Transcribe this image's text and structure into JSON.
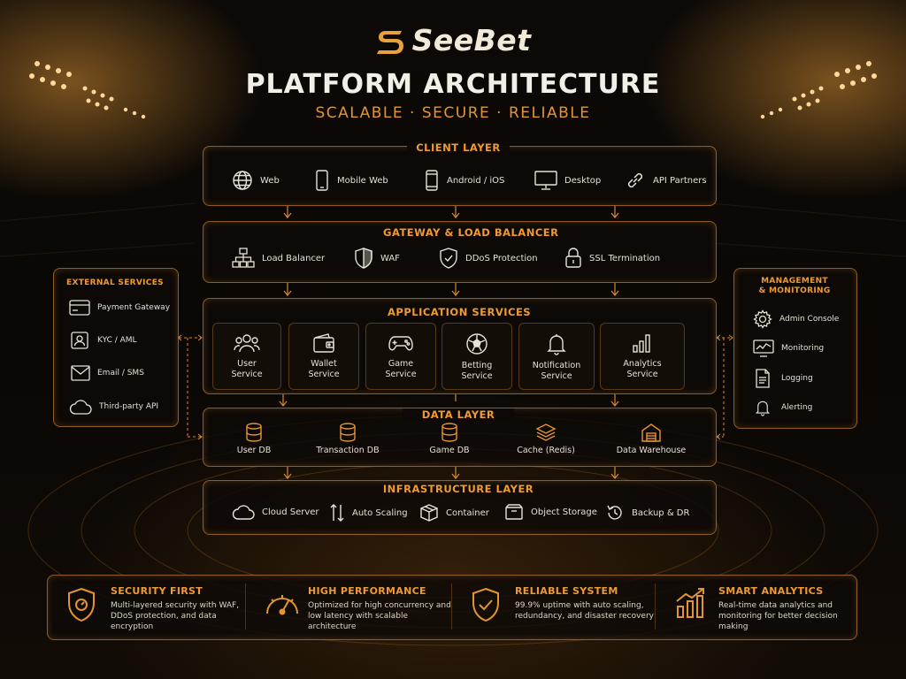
{
  "header": {
    "brand": "SeeBet",
    "title": "PLATFORM ARCHITECTURE",
    "subtitle": "SCALABLE · SECURE · RELIABLE"
  },
  "client_layer": {
    "label": "CLIENT LAYER",
    "items": [
      {
        "label": "Web",
        "icon": "globe-icon"
      },
      {
        "label": "Mobile Web",
        "icon": "mobile-icon"
      },
      {
        "label": "Android / iOS",
        "icon": "phone-icon"
      },
      {
        "label": "Desktop",
        "icon": "monitor-icon"
      },
      {
        "label": "API Partners",
        "icon": "link-icon"
      }
    ]
  },
  "gateway_layer": {
    "label": "GATEWAY & LOAD BALANCER",
    "items": [
      {
        "label": "Load Balancer",
        "icon": "network-icon"
      },
      {
        "label": "WAF",
        "icon": "shield-icon"
      },
      {
        "label": "DDoS Protection",
        "icon": "shield-check-icon"
      },
      {
        "label": "SSL Termination",
        "icon": "lock-icon"
      }
    ]
  },
  "application_layer": {
    "label": "APPLICATION SERVICES",
    "services": [
      {
        "line1": "User",
        "line2": "Service",
        "icon": "users-icon"
      },
      {
        "line1": "Wallet",
        "line2": "Service",
        "icon": "wallet-icon"
      },
      {
        "line1": "Game",
        "line2": "Service",
        "icon": "gamepad-icon"
      },
      {
        "line1": "Betting",
        "line2": "Service",
        "icon": "soccer-ball-icon"
      },
      {
        "line1": "Notification",
        "line2": "Service",
        "icon": "bell-icon"
      },
      {
        "line1": "Analytics",
        "line2": "Service",
        "icon": "bar-chart-icon"
      }
    ]
  },
  "data_layer": {
    "label": "DATA LAYER",
    "items": [
      {
        "label": "User DB",
        "icon": "database-icon"
      },
      {
        "label": "Transaction DB",
        "icon": "database-icon"
      },
      {
        "label": "Game DB",
        "icon": "database-icon"
      },
      {
        "label": "Cache (Redis)",
        "icon": "layers-icon"
      },
      {
        "label": "Data Warehouse",
        "icon": "warehouse-icon"
      }
    ]
  },
  "infrastructure_layer": {
    "label": "INFRASTRUCTURE LAYER",
    "items": [
      {
        "label": "Cloud Server",
        "icon": "cloud-icon"
      },
      {
        "label": "Auto Scaling",
        "icon": "scale-arrows-icon"
      },
      {
        "label": "Container",
        "icon": "box-icon"
      },
      {
        "label": "Object Storage",
        "icon": "storage-icon"
      },
      {
        "label": "Backup & DR",
        "icon": "backup-icon"
      }
    ]
  },
  "external_services": {
    "label": "EXTERNAL SERVICES",
    "items": [
      {
        "label": "Payment Gateway",
        "icon": "card-icon"
      },
      {
        "label": "KYC / AML",
        "icon": "id-card-icon"
      },
      {
        "label": "Email / SMS",
        "icon": "mail-icon"
      },
      {
        "label": "Third-party API",
        "icon": "cloud-icon"
      }
    ]
  },
  "management": {
    "label_line1": "MANAGEMENT",
    "label_line2": "& MONITORING",
    "items": [
      {
        "label": "Admin Console",
        "icon": "gear-icon"
      },
      {
        "label": "Monitoring",
        "icon": "monitor-chart-icon"
      },
      {
        "label": "Logging",
        "icon": "document-icon"
      },
      {
        "label": "Alerting",
        "icon": "bell-icon"
      }
    ]
  },
  "features": [
    {
      "title": "SECURITY FIRST",
      "desc": "Multi-layered security with WAF, DDoS protection, and data encryption",
      "icon": "shield-icon"
    },
    {
      "title": "HIGH PERFORMANCE",
      "desc": "Optimized for high concurrency and low latency with scalable architecture",
      "icon": "speedometer-icon"
    },
    {
      "title": "RELIABLE SYSTEM",
      "desc": "99.9% uptime with auto scaling, redundancy, and disaster recovery",
      "icon": "shield-check-icon"
    },
    {
      "title": "SMART ANALYTICS",
      "desc": "Real-time data analytics and monitoring for better decision making",
      "icon": "growth-chart-icon"
    }
  ],
  "colors": {
    "accent": "#ef9a33",
    "background": "#0c0906",
    "text": "#e9e2d6"
  }
}
